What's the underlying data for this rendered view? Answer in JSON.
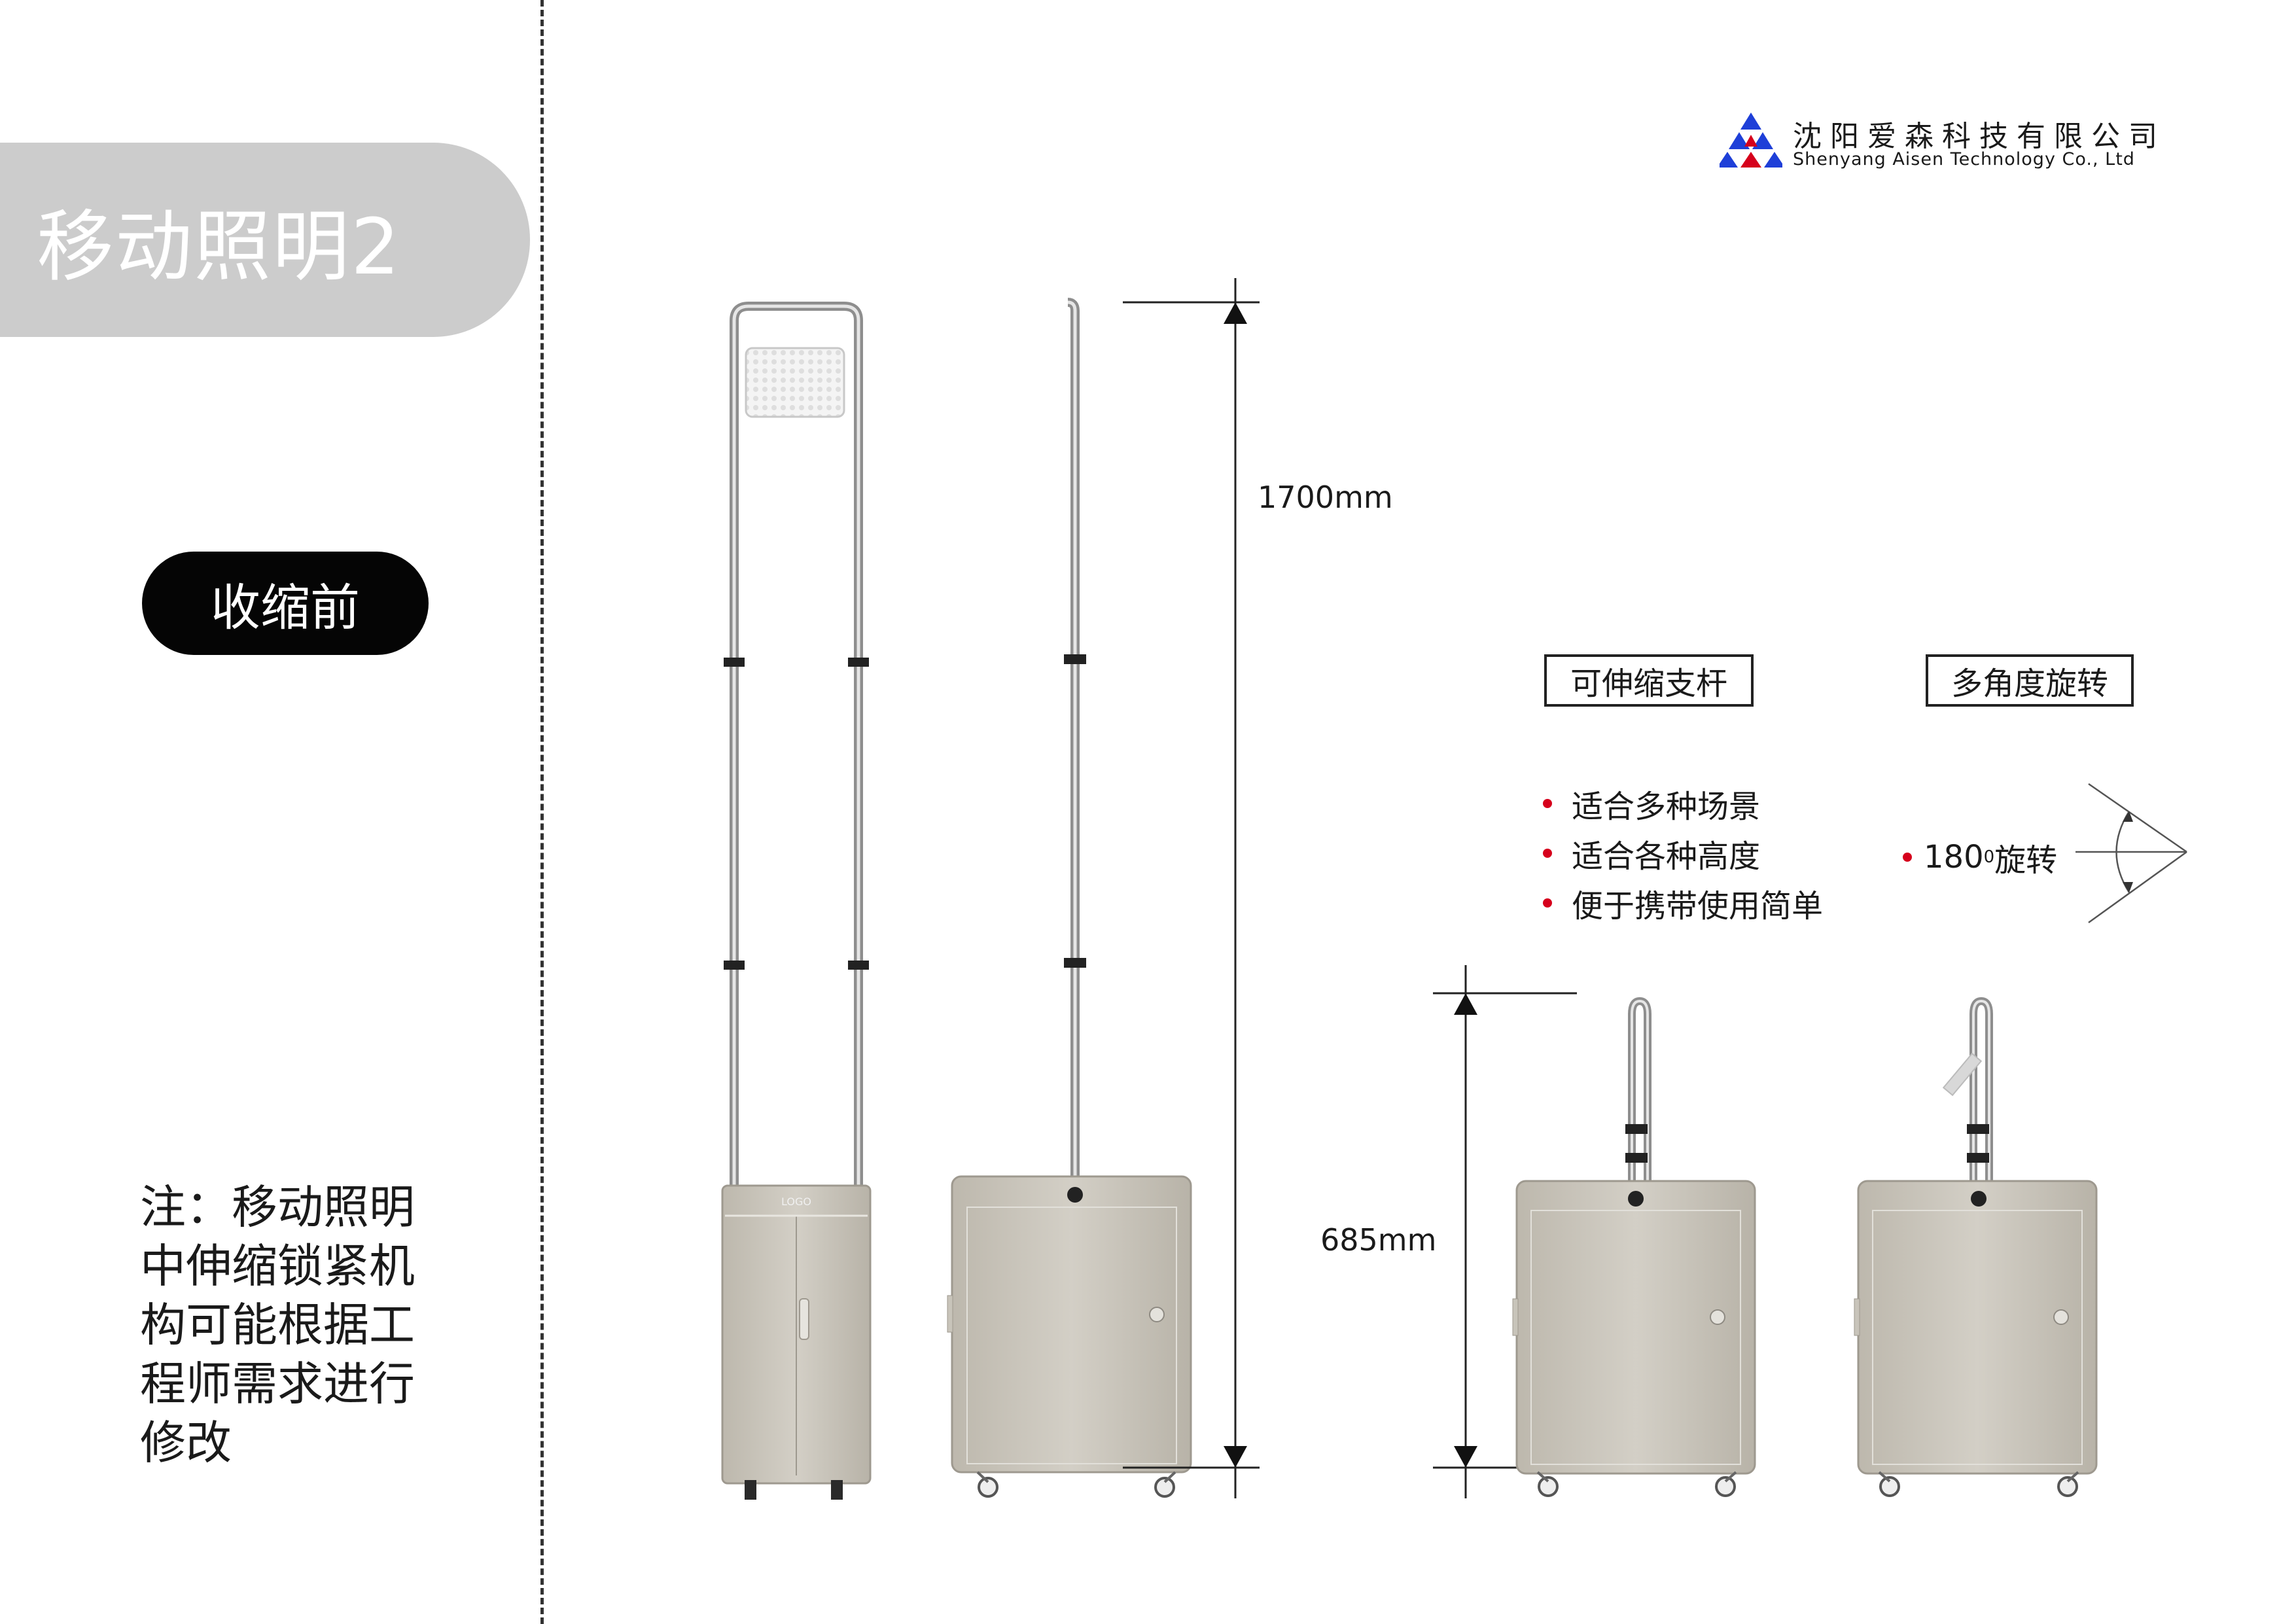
{
  "page": {
    "title": "移动照明2",
    "state_label": "收缩前",
    "note": "注：移动照明中伸缩锁紧机构可能根据工程师需求进行修改"
  },
  "company": {
    "name_cn": "沈阳爱森科技有限公司",
    "name_en": "Shenyang Aisen Technology Co., Ltd",
    "logo_colors": [
      "#1e3fd8",
      "#d6001c"
    ]
  },
  "dimensions": {
    "extended_height": "1700mm",
    "collapsed_height": "685mm"
  },
  "features": {
    "telescopic": {
      "title": "可伸缩支杆",
      "items": [
        "适合多种场景",
        "适合各种高度",
        "便于携带使用简单"
      ]
    },
    "rotation": {
      "title": "多角度旋转",
      "label": "180",
      "superscript": "0",
      "suffix": "旋转"
    }
  },
  "product": {
    "cabinet_logo": "LOGO"
  },
  "colors": {
    "accent": "#d6001c",
    "title_bg": "#cccccc",
    "cabinet": "#c8c4ba"
  }
}
